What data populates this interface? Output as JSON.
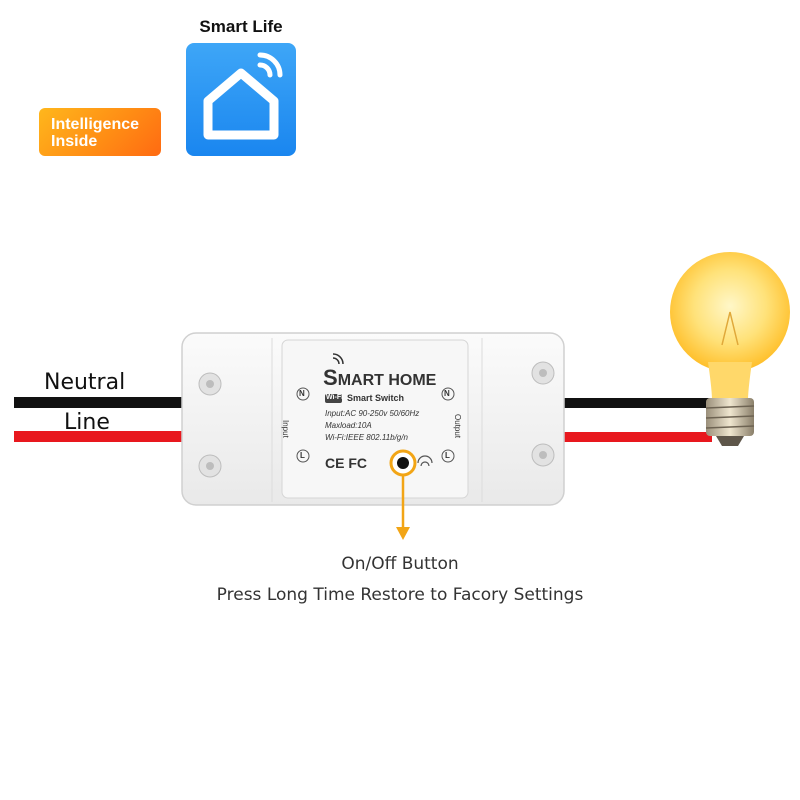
{
  "app": {
    "title": "Smart Life",
    "icon": "smart-home-house-wifi-icon",
    "icon_color": "#2196F3"
  },
  "badge": {
    "line1": "Intelligence",
    "line2": "Inside",
    "color": "#FF9A1A"
  },
  "wires": {
    "neutral_label": "Neutral",
    "line_label": "Line",
    "neutral_color": "#111111",
    "line_color": "#E8181E"
  },
  "device": {
    "brand_initial": "S",
    "brand_rest": "MART HOME",
    "wifi_tag": "Wi-Fi",
    "product": "Smart Switch",
    "spec_input": "Input:AC 90-250v 50/60Hz",
    "spec_maxload": "Maxload:10A",
    "spec_wifi": "Wi-Fi:IEEE 802.11b/g/n",
    "input_label": "Input",
    "output_label": "Output",
    "terminal_n": "N",
    "terminal_l": "L",
    "certs": "CE FC"
  },
  "caption": {
    "line1": "On/Off Button",
    "line2": "Press Long Time Restore to Facory Settings",
    "accent": "#F2A516"
  },
  "bulb": {
    "icon": "light-bulb-icon",
    "glow_color": "#FFD24A"
  }
}
